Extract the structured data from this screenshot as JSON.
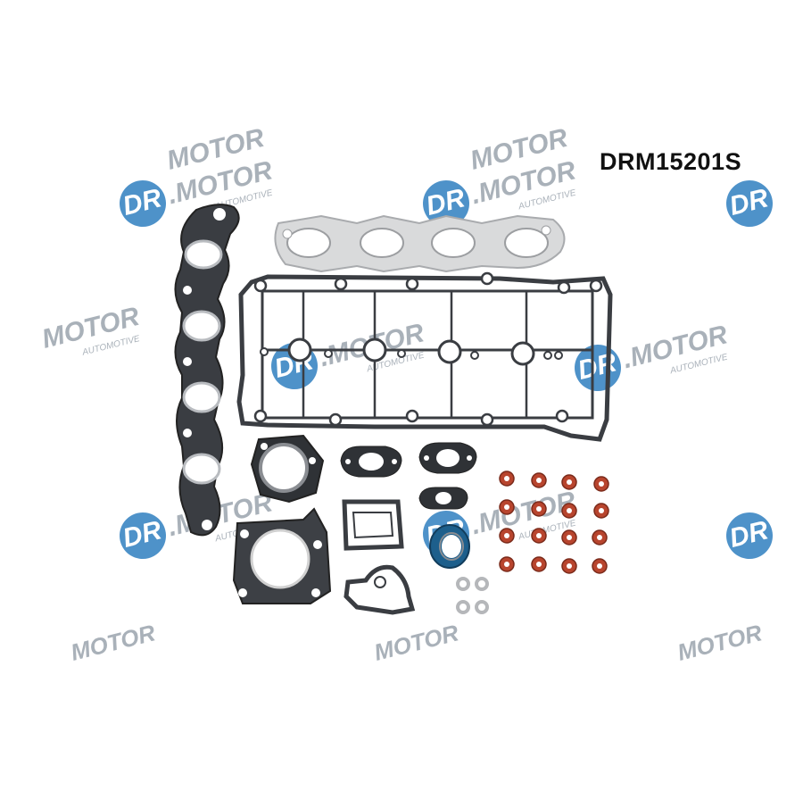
{
  "product": {
    "code": "DRM15201S"
  },
  "watermark": {
    "brand_text": "DR.MOTOR",
    "tagline_text": "AUTOMOTIVE",
    "badge_color": "#2f7fc0",
    "text_color": "#9aa3ad"
  },
  "colors": {
    "gasket_dark": "#3a3d42",
    "gasket_mid": "#6e7278",
    "metal_silver": "#d9dadb",
    "seal_red": "#b8452e",
    "seal_blue": "#1d5f8c"
  }
}
